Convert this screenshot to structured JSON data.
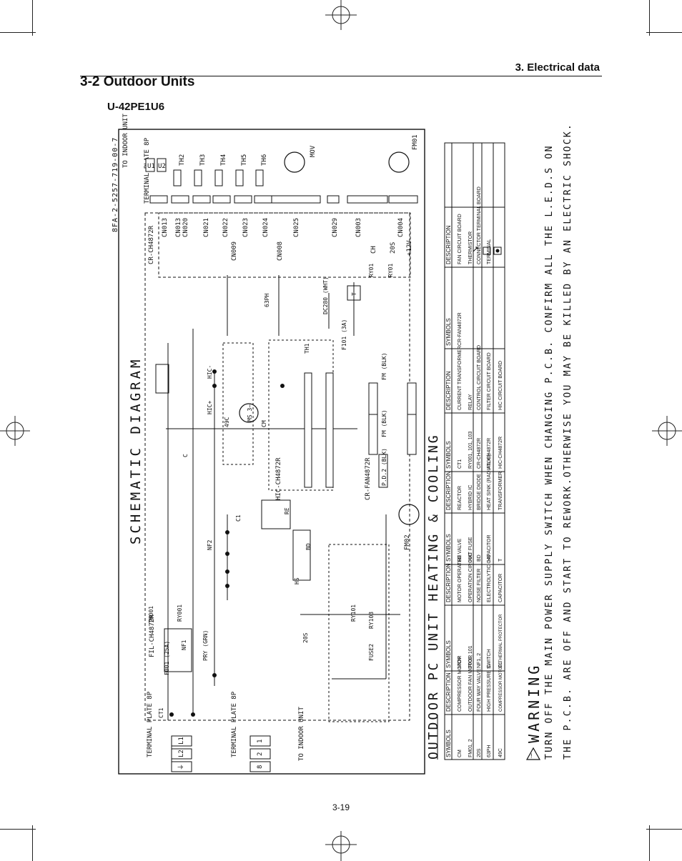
{
  "header": {
    "section_right": "3. Electrical data",
    "title": "3-2 Outdoor Units",
    "model": "U-42PE1U6"
  },
  "diagram": {
    "drawing_no": "8FA-2-5257-719-00-7",
    "heading": "SCHEMATIC DIAGRAM",
    "subheading": "OUTDOOR PC UNIT HEATING & COOLING",
    "terminal_top": "TERMINAL PLATE 8P",
    "to_indoor_top": "TO INDOOR UNIT",
    "terminal_left": "TERMINAL PLATE 8P",
    "terminal_left2": "TERMINAL PLATE 8P",
    "to_indoor_left": "TO INDOOR UNIT",
    "terminal_left_pins": [
      "L1",
      "L2",
      "⏚"
    ],
    "terminal_left2_pins": [
      "1",
      "2",
      "8"
    ],
    "terminal_top_pins": [
      "U1",
      "U2"
    ],
    "connectors_col": [
      "CN013",
      "CN020",
      "CN021",
      "CN022",
      "CN023",
      "CN024",
      "CN025",
      "CN029",
      "CN003",
      "CN004"
    ],
    "connectors_col2": [
      "CN009",
      "CN008",
      "CH",
      "20S",
      "+12V"
    ],
    "thermistors": [
      "TH2",
      "TH3",
      "TH4",
      "TH5",
      "TH6"
    ],
    "motors": [
      "MOV",
      "FM01",
      "FM02"
    ],
    "pcb_label": "CR-CH4872R",
    "fil_label": "FIL-CH4872R",
    "fan_label": "CR-FAN4872R",
    "hic_label": "HIC-CH4872R",
    "misc_labels": [
      "63PH",
      "DC280 (WHT)",
      "F101 (3A)",
      "TH1",
      "CM",
      "MS 3~",
      "49C",
      "HIC+",
      "HIC-",
      "C",
      "C1",
      "RE",
      "BD",
      "HS",
      "NF2",
      "NF1",
      "F001 (25A)",
      "CT1",
      "PRY (GRN)",
      "RY001",
      "TH001",
      "20S",
      "RY101",
      "RY103",
      "FUSE2",
      "RY01",
      "RY01",
      "T",
      "FM (BLK)",
      "FM (BLK)",
      "P.D.2 (BLK)"
    ]
  },
  "legend": {
    "columns": [
      "SYMBOLS",
      "DESCRIPTION"
    ],
    "rows": [
      [
        [
          "CM",
          "COMPRESSOR MOTOR"
        ],
        [
          "MOV",
          "MOTOR OPERATED VALVE"
        ],
        [
          "RE",
          "REACTOR"
        ],
        [
          "CT1",
          "CURRENT TRANSFORMER"
        ],
        [
          "CR-FAN4872R",
          "FAN CIRCUIT BOARD"
        ]
      ],
      [
        [
          "FM01, 2",
          "OUTDOOR FAN MOTOR"
        ],
        [
          "F001, 101",
          "OPERATION CIRCUIT FUSE"
        ],
        [
          "HIC",
          "HYBRID IC"
        ],
        [
          "RY001, 101, 103",
          "RELAY"
        ],
        [
          "",
          "THERMISTOR"
        ]
      ],
      [
        [
          "20S",
          "FOUR WAY VALVE"
        ],
        [
          "NF1, 2",
          "NOISE FILTER"
        ],
        [
          "BD",
          "BRIDGE DIODE"
        ],
        [
          "CR-CH4872R",
          "CONTROL CIRCUIT BOARD"
        ],
        [
          "",
          "CONNECTOR TERMINAL BOARD"
        ]
      ],
      [
        [
          "63PH",
          "HIGH PRESSURE SWITCH"
        ],
        [
          "C",
          "ELECTROLYTIC CAPACITOR"
        ],
        [
          "HS",
          "HEAT SINK (RADIATOR)"
        ],
        [
          "FIL-CH4872R",
          "FILTER CIRCUIT BOARD"
        ],
        [
          "",
          "TERMINAL"
        ]
      ],
      [
        [
          "49C",
          "COMPRESSOR MOTOR THERMAL PROTECTOR"
        ],
        [
          "C1",
          "CAPACITOR"
        ],
        [
          "T",
          "TRANSFORMER"
        ],
        [
          "HIC-CH4872R",
          "HIC CIRCUIT BOARD"
        ],
        [
          "",
          ""
        ]
      ]
    ]
  },
  "warning": {
    "title": "WARNING",
    "line1": "TURN OFF THE MAIN POWER SUPPLY SWITCH WHEN CHANGING P.C.B. CONFIRM ALL THE L.E.D.S ON",
    "line2": "THE P.C.B. ARE OFF AND START TO REWORK.OTHERWISE YOU MAY BE KILLED BY AN ELECTRIC SHOCK."
  },
  "footer": {
    "page": "3-19"
  }
}
